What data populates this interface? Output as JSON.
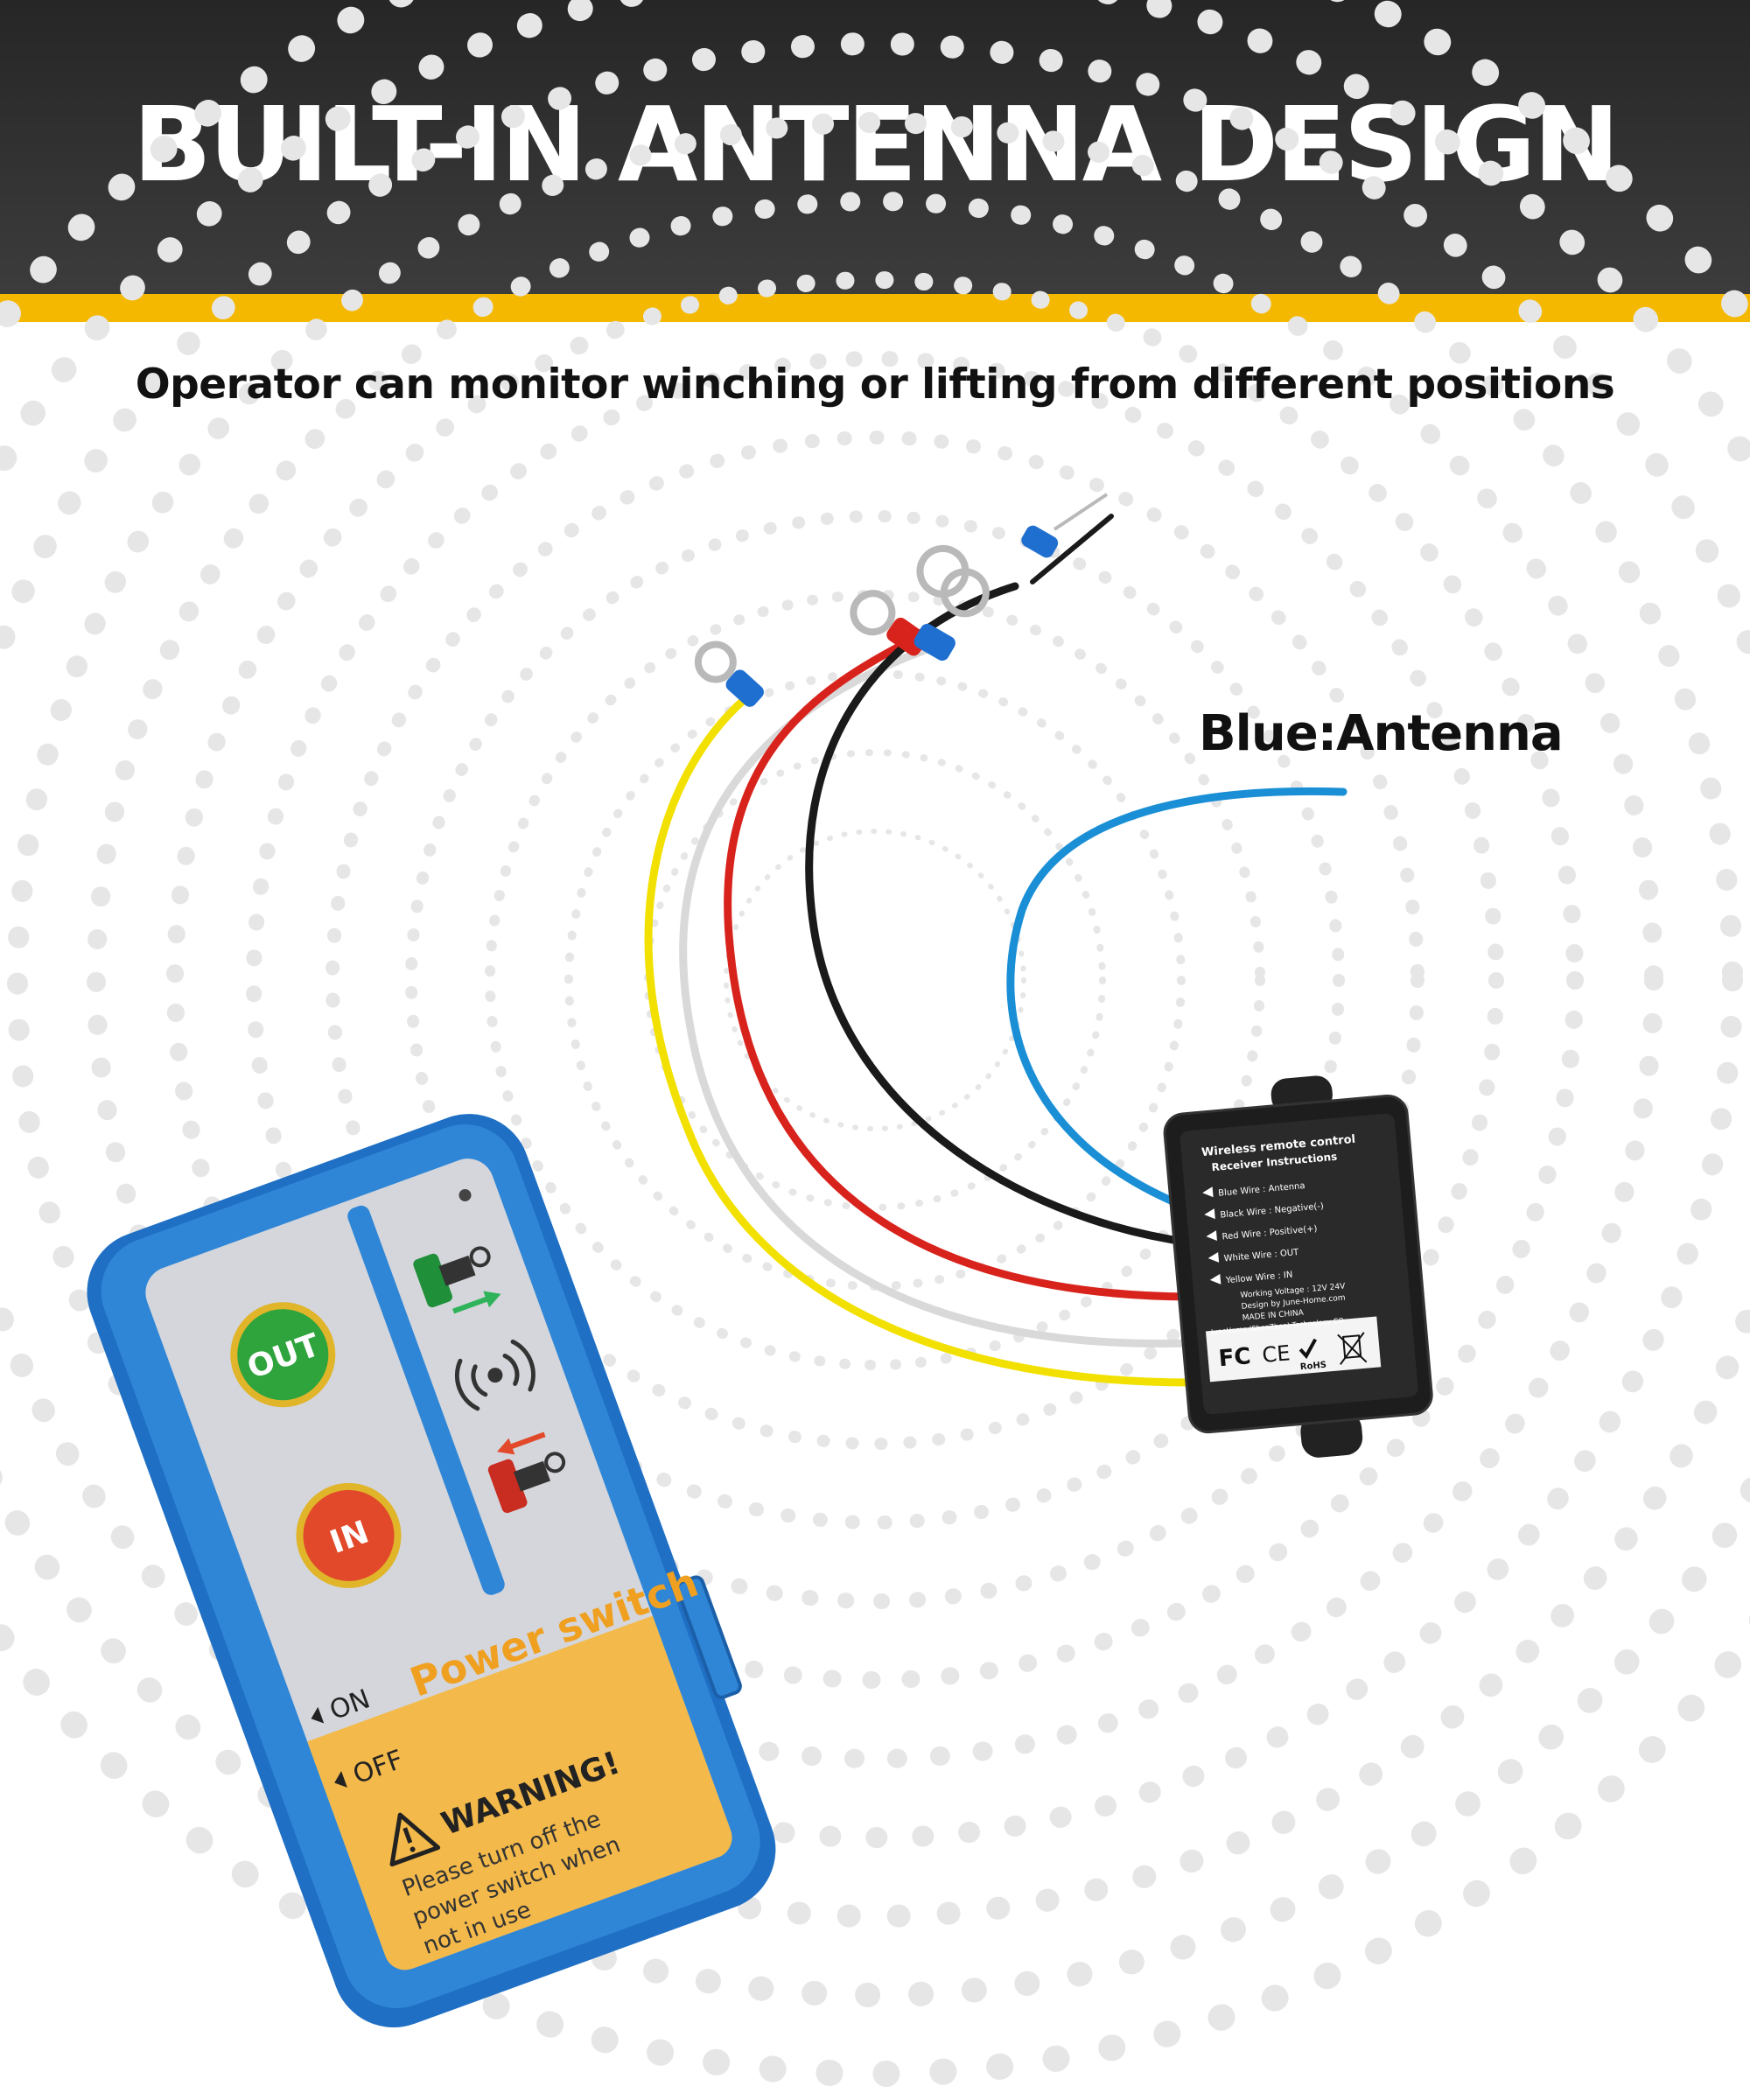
{
  "header": {
    "title": "BUILT-IN ANTENNA DESIGN",
    "subtitle": "Operator can monitor winching or lifting from different positions"
  },
  "callout": {
    "antenna_label": "Blue:Antenna"
  },
  "remote": {
    "out_button": "OUT",
    "in_button": "IN",
    "switch_on": "ON",
    "switch_off": "OFF",
    "switch_title": "Power switch",
    "warning_title": "WARNING!",
    "warning_lines": [
      "Please turn off the",
      "power switch when",
      "not in use"
    ]
  },
  "receiver": {
    "title_lines": [
      "Wireless remote control",
      "Receiver Instructions"
    ],
    "wires": [
      "Blue Wire : Antenna",
      "Black Wire : Negative(-)",
      "Red Wire : Positive(+)",
      "White Wire : OUT",
      "Yellow Wire : IN"
    ],
    "info_lines": [
      "Working Voltage : 12V 24V",
      "Design by June-Home.com",
      "MADE IN CHINA",
      "JuneHome (ShenZhen) Technology CO."
    ],
    "cert_fc": "FC",
    "cert_ce": "CE",
    "cert_rohs": "RoHS"
  },
  "colors": {
    "banner": "#2e2e2e",
    "accent": "#f5b800",
    "remote_body": "#2f86d6",
    "faceplate": "#d4d6db",
    "warning_panel": "#f3b94a",
    "out_button": "#2fa33c",
    "in_button": "#e2492a",
    "wire_blue": "#1a8fd6",
    "wire_black": "#1a1a1a",
    "wire_red": "#d8231d",
    "wire_white": "#e6e6e6",
    "wire_yellow": "#f2e000"
  }
}
